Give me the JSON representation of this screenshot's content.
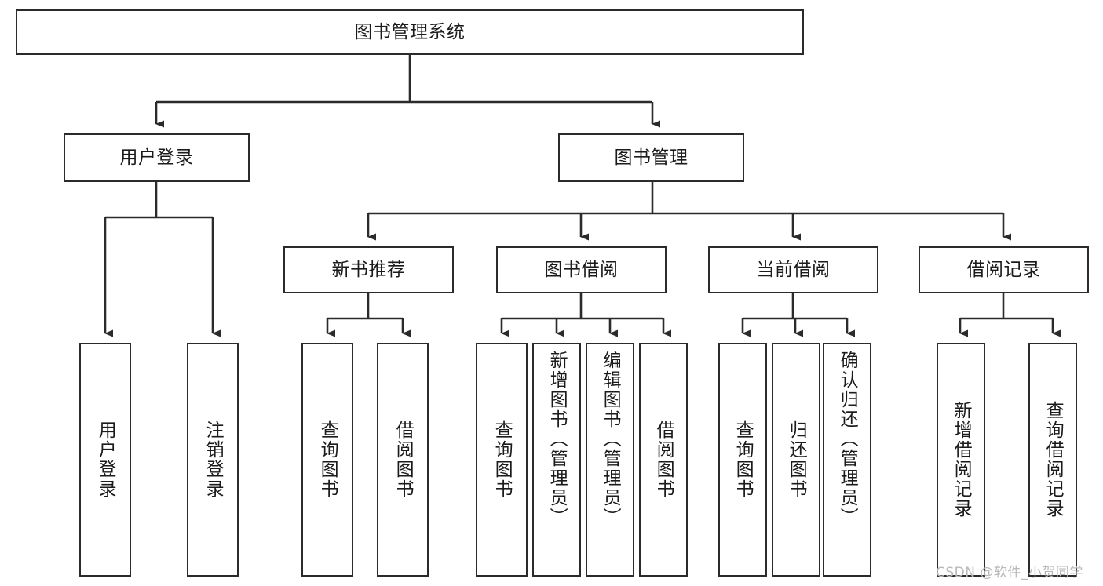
{
  "diagram": {
    "type": "tree-hierarchy",
    "title": "图书管理系统",
    "watermark": "CSDN @软件_小贺同学",
    "colors": {
      "stroke": "#2b2b2b",
      "fill": "#ffffff",
      "text": "#1b1b1b",
      "watermark": "#b9b9b9"
    },
    "nodes": {
      "root": {
        "label": "图书管理系统",
        "orientation": "horizontal"
      },
      "login": {
        "label": "用户登录",
        "orientation": "horizontal"
      },
      "book_mgmt": {
        "label": "图书管理",
        "orientation": "horizontal"
      },
      "new_book_rec": {
        "label": "新书推荐",
        "orientation": "horizontal"
      },
      "book_borrow": {
        "label": "图书借阅",
        "orientation": "horizontal"
      },
      "current_borrow": {
        "label": "当前借阅",
        "orientation": "horizontal"
      },
      "borrow_record": {
        "label": "借阅记录",
        "orientation": "horizontal"
      },
      "leaf_user_login": {
        "label": "用户登录",
        "orientation": "vertical"
      },
      "leaf_logout": {
        "label": "注销登录",
        "orientation": "vertical"
      },
      "leaf_rec_query": {
        "label": "查询图书",
        "orientation": "vertical"
      },
      "leaf_rec_borrow": {
        "label": "借阅图书",
        "orientation": "vertical"
      },
      "leaf_borrow_query": {
        "label": "查询图书",
        "orientation": "vertical"
      },
      "leaf_add_book": {
        "label": "新增图书（管理员）",
        "orientation": "vertical"
      },
      "leaf_edit_book": {
        "label": "编辑图书（管理员）",
        "orientation": "vertical"
      },
      "leaf_borrow_book": {
        "label": "借阅图书",
        "orientation": "vertical"
      },
      "leaf_cur_query": {
        "label": "查询图书",
        "orientation": "vertical"
      },
      "leaf_return_book": {
        "label": "归还图书",
        "orientation": "vertical"
      },
      "leaf_confirm_return": {
        "label": "确认归还（管理员）",
        "orientation": "vertical"
      },
      "leaf_add_record": {
        "label": "新增借阅记录",
        "orientation": "vertical"
      },
      "leaf_query_record": {
        "label": "查询借阅记录",
        "orientation": "vertical"
      }
    },
    "edges": [
      {
        "from": "root",
        "to": "login"
      },
      {
        "from": "root",
        "to": "book_mgmt"
      },
      {
        "from": "login",
        "to": "leaf_user_login"
      },
      {
        "from": "login",
        "to": "leaf_logout"
      },
      {
        "from": "book_mgmt",
        "to": "new_book_rec"
      },
      {
        "from": "book_mgmt",
        "to": "book_borrow"
      },
      {
        "from": "book_mgmt",
        "to": "current_borrow"
      },
      {
        "from": "book_mgmt",
        "to": "borrow_record"
      },
      {
        "from": "new_book_rec",
        "to": "leaf_rec_query"
      },
      {
        "from": "new_book_rec",
        "to": "leaf_rec_borrow"
      },
      {
        "from": "book_borrow",
        "to": "leaf_borrow_query"
      },
      {
        "from": "book_borrow",
        "to": "leaf_add_book"
      },
      {
        "from": "book_borrow",
        "to": "leaf_edit_book"
      },
      {
        "from": "book_borrow",
        "to": "leaf_borrow_book"
      },
      {
        "from": "current_borrow",
        "to": "leaf_cur_query"
      },
      {
        "from": "current_borrow",
        "to": "leaf_return_book"
      },
      {
        "from": "current_borrow",
        "to": "leaf_confirm_return"
      },
      {
        "from": "borrow_record",
        "to": "leaf_add_record"
      },
      {
        "from": "borrow_record",
        "to": "leaf_query_record"
      }
    ]
  }
}
